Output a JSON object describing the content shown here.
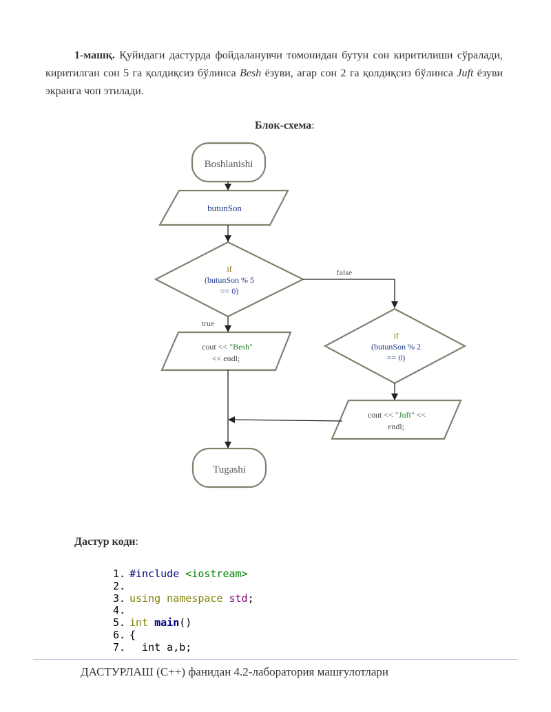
{
  "intro": {
    "label": "1-машқ.",
    "part1": " Қуйидаги дастурда фойдаланувчи томонидан бутун сон киритилиши сўралади, киритилган сон 5 га қолдиқсиз бўлинса ",
    "em1": "Besh",
    "part2": " ёзуви, агар сон 2 га қолдиқсиз бўлинса ",
    "em2": "Juft",
    "part3": " ёзуви экранга чоп этилади."
  },
  "flow_title": {
    "label": "Блок-схема",
    "suffix": ":"
  },
  "flowchart": {
    "start": "Boshlanishi",
    "input": "butunSon",
    "cond1": [
      "if",
      "(butunSon % 5",
      "== 0)"
    ],
    "true_label": "true",
    "false_label": "false",
    "out1": [
      "cout << \"Besh\"",
      "<< endl;"
    ],
    "cond2": [
      "if",
      "(butunSon % 2",
      "== 0)"
    ],
    "out2": [
      "cout << \"Juft\" <<",
      "endl;"
    ],
    "end": "Tugashi"
  },
  "code_title": {
    "label": "Дастур коди",
    "suffix": ":"
  },
  "code_lines": [
    {
      "n": "1.",
      "a": "#include ",
      "b": "<iostream>"
    },
    {
      "n": "2.",
      "a": "",
      "b": ""
    },
    {
      "n": "3.",
      "a": "using namespace ",
      "b": "std",
      "c": ";"
    },
    {
      "n": "4.",
      "a": "",
      "b": ""
    },
    {
      "n": "5.",
      "a": "int ",
      "b": "main",
      "c": "()"
    },
    {
      "n": "6.",
      "a": "{",
      "b": ""
    },
    {
      "n": "7.",
      "a": "  int a,b;",
      "b": ""
    }
  ],
  "footer": "ДАСТУРЛАШ (С++) фанидан 4.2-лаборатория машғулотлари"
}
